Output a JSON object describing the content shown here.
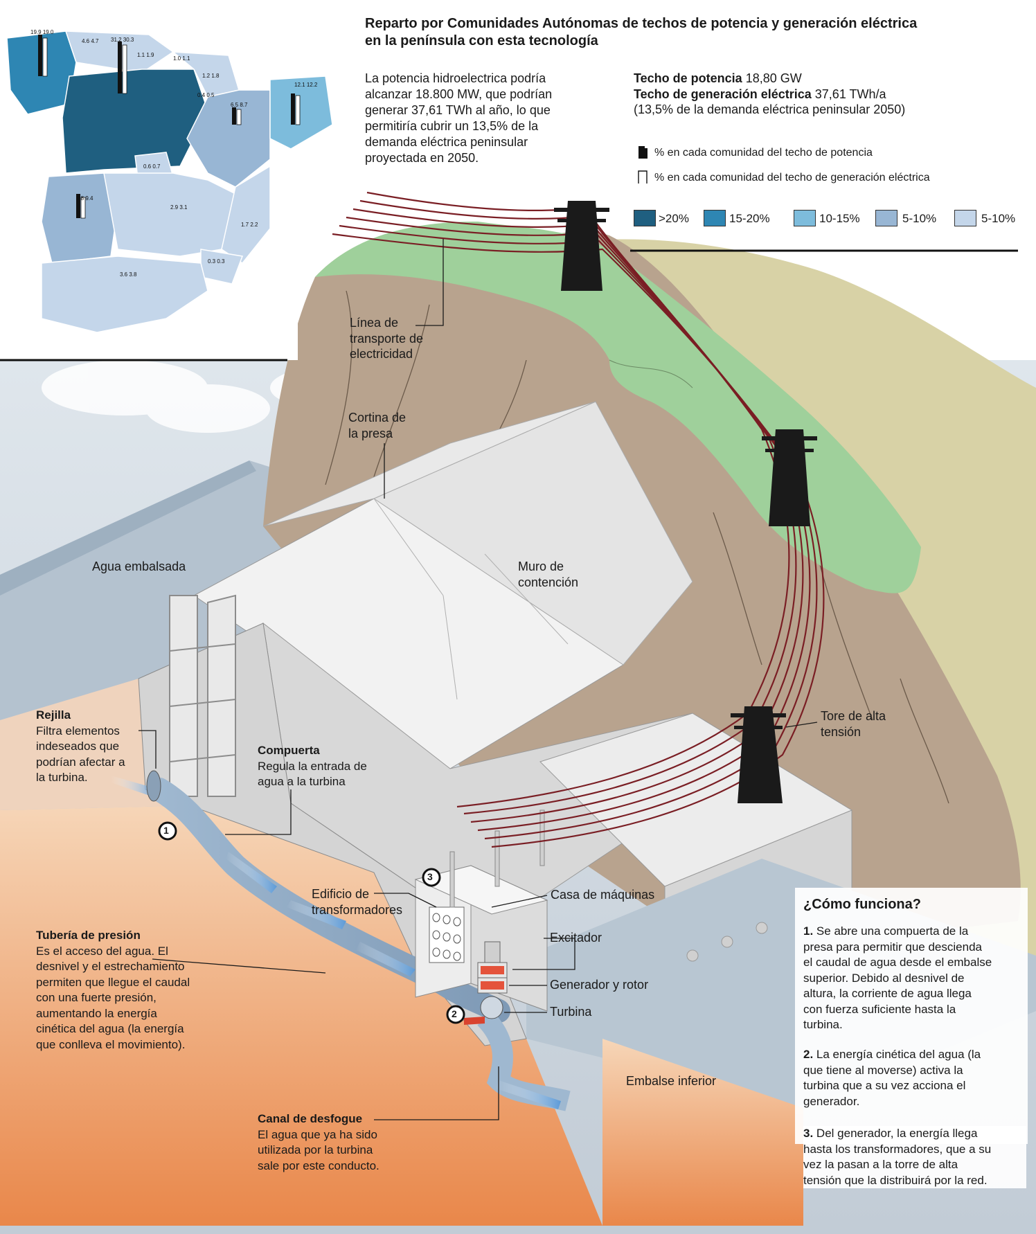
{
  "header": {
    "title_line1": "Reparto por Comunidades Autónomas de techos de potencia y generación eléctrica",
    "title_line2": "en la península con esta tecnología"
  },
  "intro": {
    "lines": [
      "La potencia hidroelectrica podría",
      "alcanzar 18.800 MW, que podrían",
      "generar 37,61 TWh al año, lo que",
      "permitiría cubrir un 13,5% de la",
      "demanda eléctrica peninsular",
      "proyectada en 2050."
    ]
  },
  "stats": {
    "potencia_label": "Techo de potencia",
    "potencia_value": "18,80 GW",
    "generacion_label": "Techo de generación eléctrica",
    "generacion_value": "37,61 TWh/a",
    "note": "(13,5% de la demanda eléctrica peninsular 2050)"
  },
  "legend": {
    "potencia": "% en cada comunidad del techo de potencia",
    "generacion": "% en cada comunidad del techo de generación eléctrica",
    "swatches": [
      {
        "label": ">20%",
        "color": "#1f5f80"
      },
      {
        "label": "15-20%",
        "color": "#2e86b3"
      },
      {
        "label": "10-15%",
        "color": "#7dbcdc"
      },
      {
        "label": "5-10%",
        "color": "#98b6d4"
      },
      {
        "label": "5-10%",
        "color": "#c4d6ea"
      }
    ]
  },
  "map_values": [
    {
      "a": "19.9",
      "b": "19.0"
    },
    {
      "a": "4.6",
      "b": "4.7"
    },
    {
      "a": "31.2",
      "b": "30.3"
    },
    {
      "a": "1.1",
      "b": "1.9"
    },
    {
      "a": "1.0",
      "b": "1.1"
    },
    {
      "a": "1.2",
      "b": "1.8"
    },
    {
      "a": "0.4",
      "b": "0.5"
    },
    {
      "a": "12.1",
      "b": "12.2"
    },
    {
      "a": "6.5",
      "b": "8.7"
    },
    {
      "a": "0.6",
      "b": "0.7"
    },
    {
      "a": "9.8",
      "b": "9.4"
    },
    {
      "a": "2.9",
      "b": "3.1"
    },
    {
      "a": "1.7",
      "b": "2.2"
    },
    {
      "a": "0.3",
      "b": "0.3"
    },
    {
      "a": "3.6",
      "b": "3.8"
    }
  ],
  "labels": {
    "linea": [
      "Línea de",
      "transporte de",
      "electricidad"
    ],
    "cortina": [
      "Cortina de",
      "la presa"
    ],
    "agua": "Agua embalsada",
    "muro": [
      "Muro de",
      "contención"
    ],
    "torre": [
      "Tore de alta",
      "tensión"
    ],
    "edificio": [
      "Edificio de",
      "transformadores"
    ],
    "casa": "Casa de máquinas",
    "excitador": "Excitador",
    "generador": "Generador y rotor",
    "turbina": "Turbina",
    "embalse_inferior": "Embalse inferior"
  },
  "blocks": {
    "rejilla": {
      "title": "Rejilla",
      "lines": [
        "Filtra elementos",
        "indeseados que",
        "podrían afectar a",
        "la turbina."
      ]
    },
    "compuerta": {
      "title": "Compuerta",
      "lines": [
        "Regula la entrada de",
        "agua a la turbina"
      ]
    },
    "tuberia": {
      "title": "Tubería de presión",
      "lines": [
        "Es el acceso del agua. El",
        "desnivel y el estrechamiento",
        "permiten que llegue el caudal",
        "con una fuerte presión,",
        "aumentando la energía",
        "cinética del agua (la energía",
        "que conlleva el movimiento)."
      ]
    },
    "canal": {
      "title": "Canal de desfogue",
      "lines": [
        "El agua que ya ha sido",
        "utilizada por la turbina",
        "sale por este conducto."
      ]
    }
  },
  "markers": [
    "1",
    "2",
    "3"
  ],
  "how": {
    "title": "¿Cómo funciona?",
    "steps": [
      {
        "n": "1.",
        "lines": [
          "Se abre una compuerta de la",
          "presa para permitir que descienda",
          "el caudal de agua desde el embalse",
          "superior. Debido al desnivel de",
          "altura, la corriente de agua llega",
          "con fuerza suficiente hasta la",
          "turbina."
        ]
      },
      {
        "n": "2.",
        "lines": [
          "La energía cinética del agua (la",
          "que tiene al moverse) activa la",
          "turbina que a su vez acciona el",
          "generador."
        ]
      },
      {
        "n": "3.",
        "lines": [
          "Del generador, la energía llega",
          "hasta los transformadores, que a su",
          "vez la pasan a la torre de alta",
          "tensión que la distribuirá por la red."
        ]
      }
    ]
  },
  "colors": {
    "mountain": "#b9a48e",
    "grass": "#9fd09a",
    "far_hill": "#d9d3a8",
    "concrete": "#e9e9e9",
    "water": "#bcc8d3",
    "wire": "#7a1e24",
    "ground_top": "#f2c7a3",
    "ground_bottom": "#ea8a4c"
  }
}
